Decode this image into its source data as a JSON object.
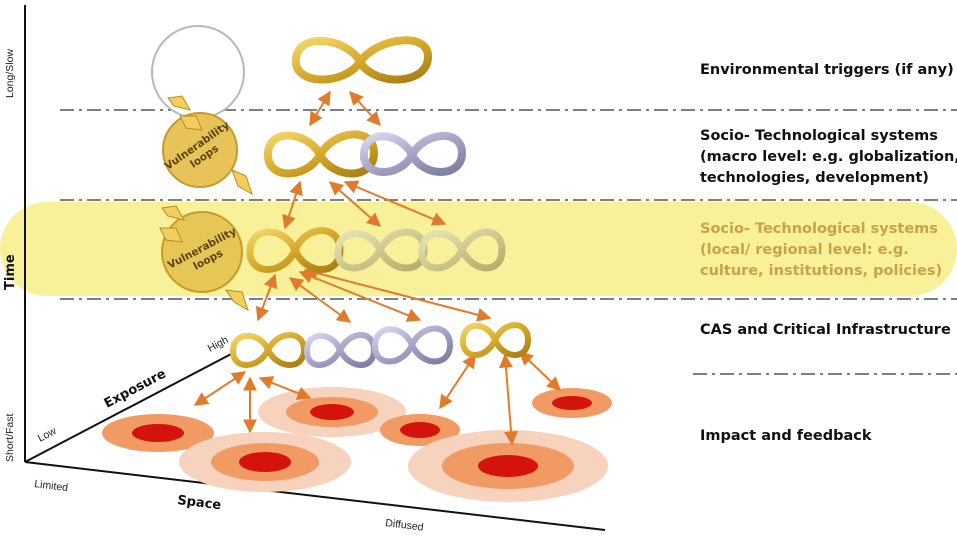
{
  "levels": {
    "environmental": "Environmental triggers (if any)",
    "macro_line1": "Socio- Technological systems",
    "macro_line2": "(macro level: e.g. globalization,",
    "macro_line3": "technologies, development)",
    "local_line1": "Socio- Technological systems",
    "local_line2": "(local/ regional level:  e.g.",
    "local_line3": "culture, institutions, policies)",
    "cas": "CAS and Critical Infrastructure",
    "impact": "Impact and feedback"
  },
  "axes": {
    "time_title": "Time",
    "time_high": "Long/Slow",
    "time_low": "Short/Fast",
    "exposure_title": "Exposure",
    "exposure_high": "High",
    "exposure_low": "Low",
    "space_title": "Space",
    "space_low": "Limited",
    "space_high": "Diffused"
  },
  "loops": {
    "upper_label_1": "Vulnerability",
    "upper_label_2": "loops",
    "lower_label_1": "Vulnerability",
    "lower_label_2": "loops"
  },
  "colors": {
    "gold": "#d9b43a",
    "silver": "#a9a8c8",
    "highlight_band": "#f8ee8f",
    "impact_core": "#d4140c",
    "impact_ring": "#f29a63",
    "impact_halo": "#f7d2bd",
    "arrow": "#e07b2c"
  }
}
